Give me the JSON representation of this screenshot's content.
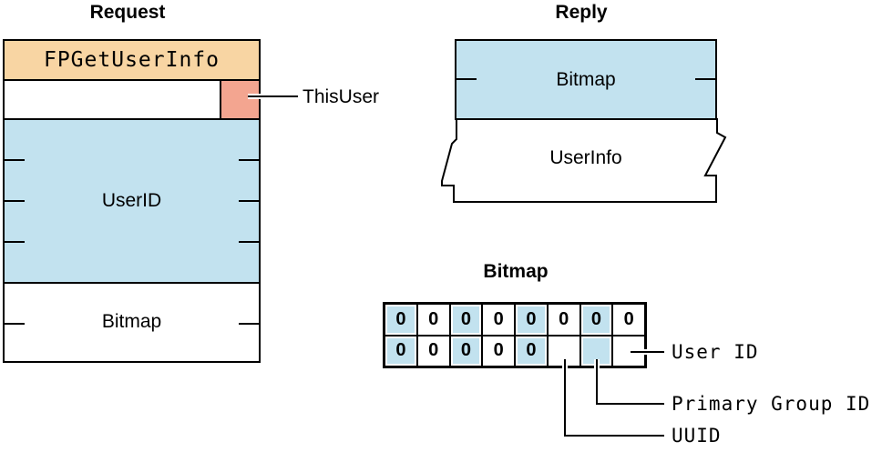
{
  "colors": {
    "peach": "#F8D5A3",
    "salmon": "#F3A590",
    "blue": "#C2E2EF",
    "line": "#000000"
  },
  "request": {
    "title": "Request",
    "command": "FPGetUserInfo",
    "flag_label": "ThisUser",
    "user_id_field": "UserID",
    "bitmap_field": "Bitmap"
  },
  "reply": {
    "title": "Reply",
    "bitmap_field": "Bitmap",
    "user_info_field": "UserInfo"
  },
  "bitmap_detail": {
    "title": "Bitmap",
    "rows": [
      {
        "cells": [
          "0",
          "0",
          "0",
          "0",
          "0",
          "0",
          "0",
          "0"
        ],
        "shaded": [
          true,
          false,
          true,
          false,
          true,
          false,
          true,
          false
        ]
      },
      {
        "cells": [
          "0",
          "0",
          "0",
          "0",
          "0",
          "",
          "",
          ""
        ],
        "shaded": [
          true,
          false,
          true,
          false,
          true,
          false,
          true,
          false
        ]
      }
    ],
    "legend": [
      {
        "label": "User ID"
      },
      {
        "label": "Primary Group ID"
      },
      {
        "label": "UUID"
      }
    ]
  }
}
